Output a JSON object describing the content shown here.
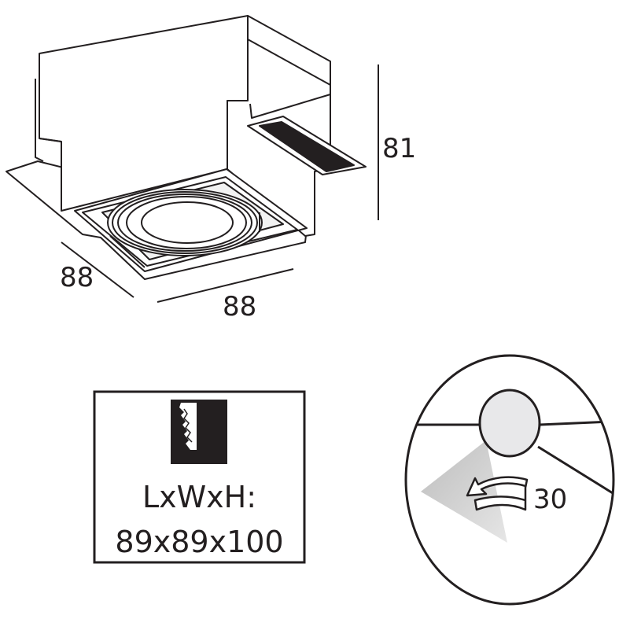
{
  "dimensions": {
    "height": "81",
    "depth": "88",
    "width": "88"
  },
  "cutout_box": {
    "icon": "recessed-ceiling-cutout-icon",
    "label": "LxWxH:",
    "value": "89x89x100"
  },
  "tilt": {
    "icon": "rotate-arrow-icon",
    "angle": "30"
  },
  "colors": {
    "line": "#231f20",
    "shade": "#c8c8c8"
  }
}
